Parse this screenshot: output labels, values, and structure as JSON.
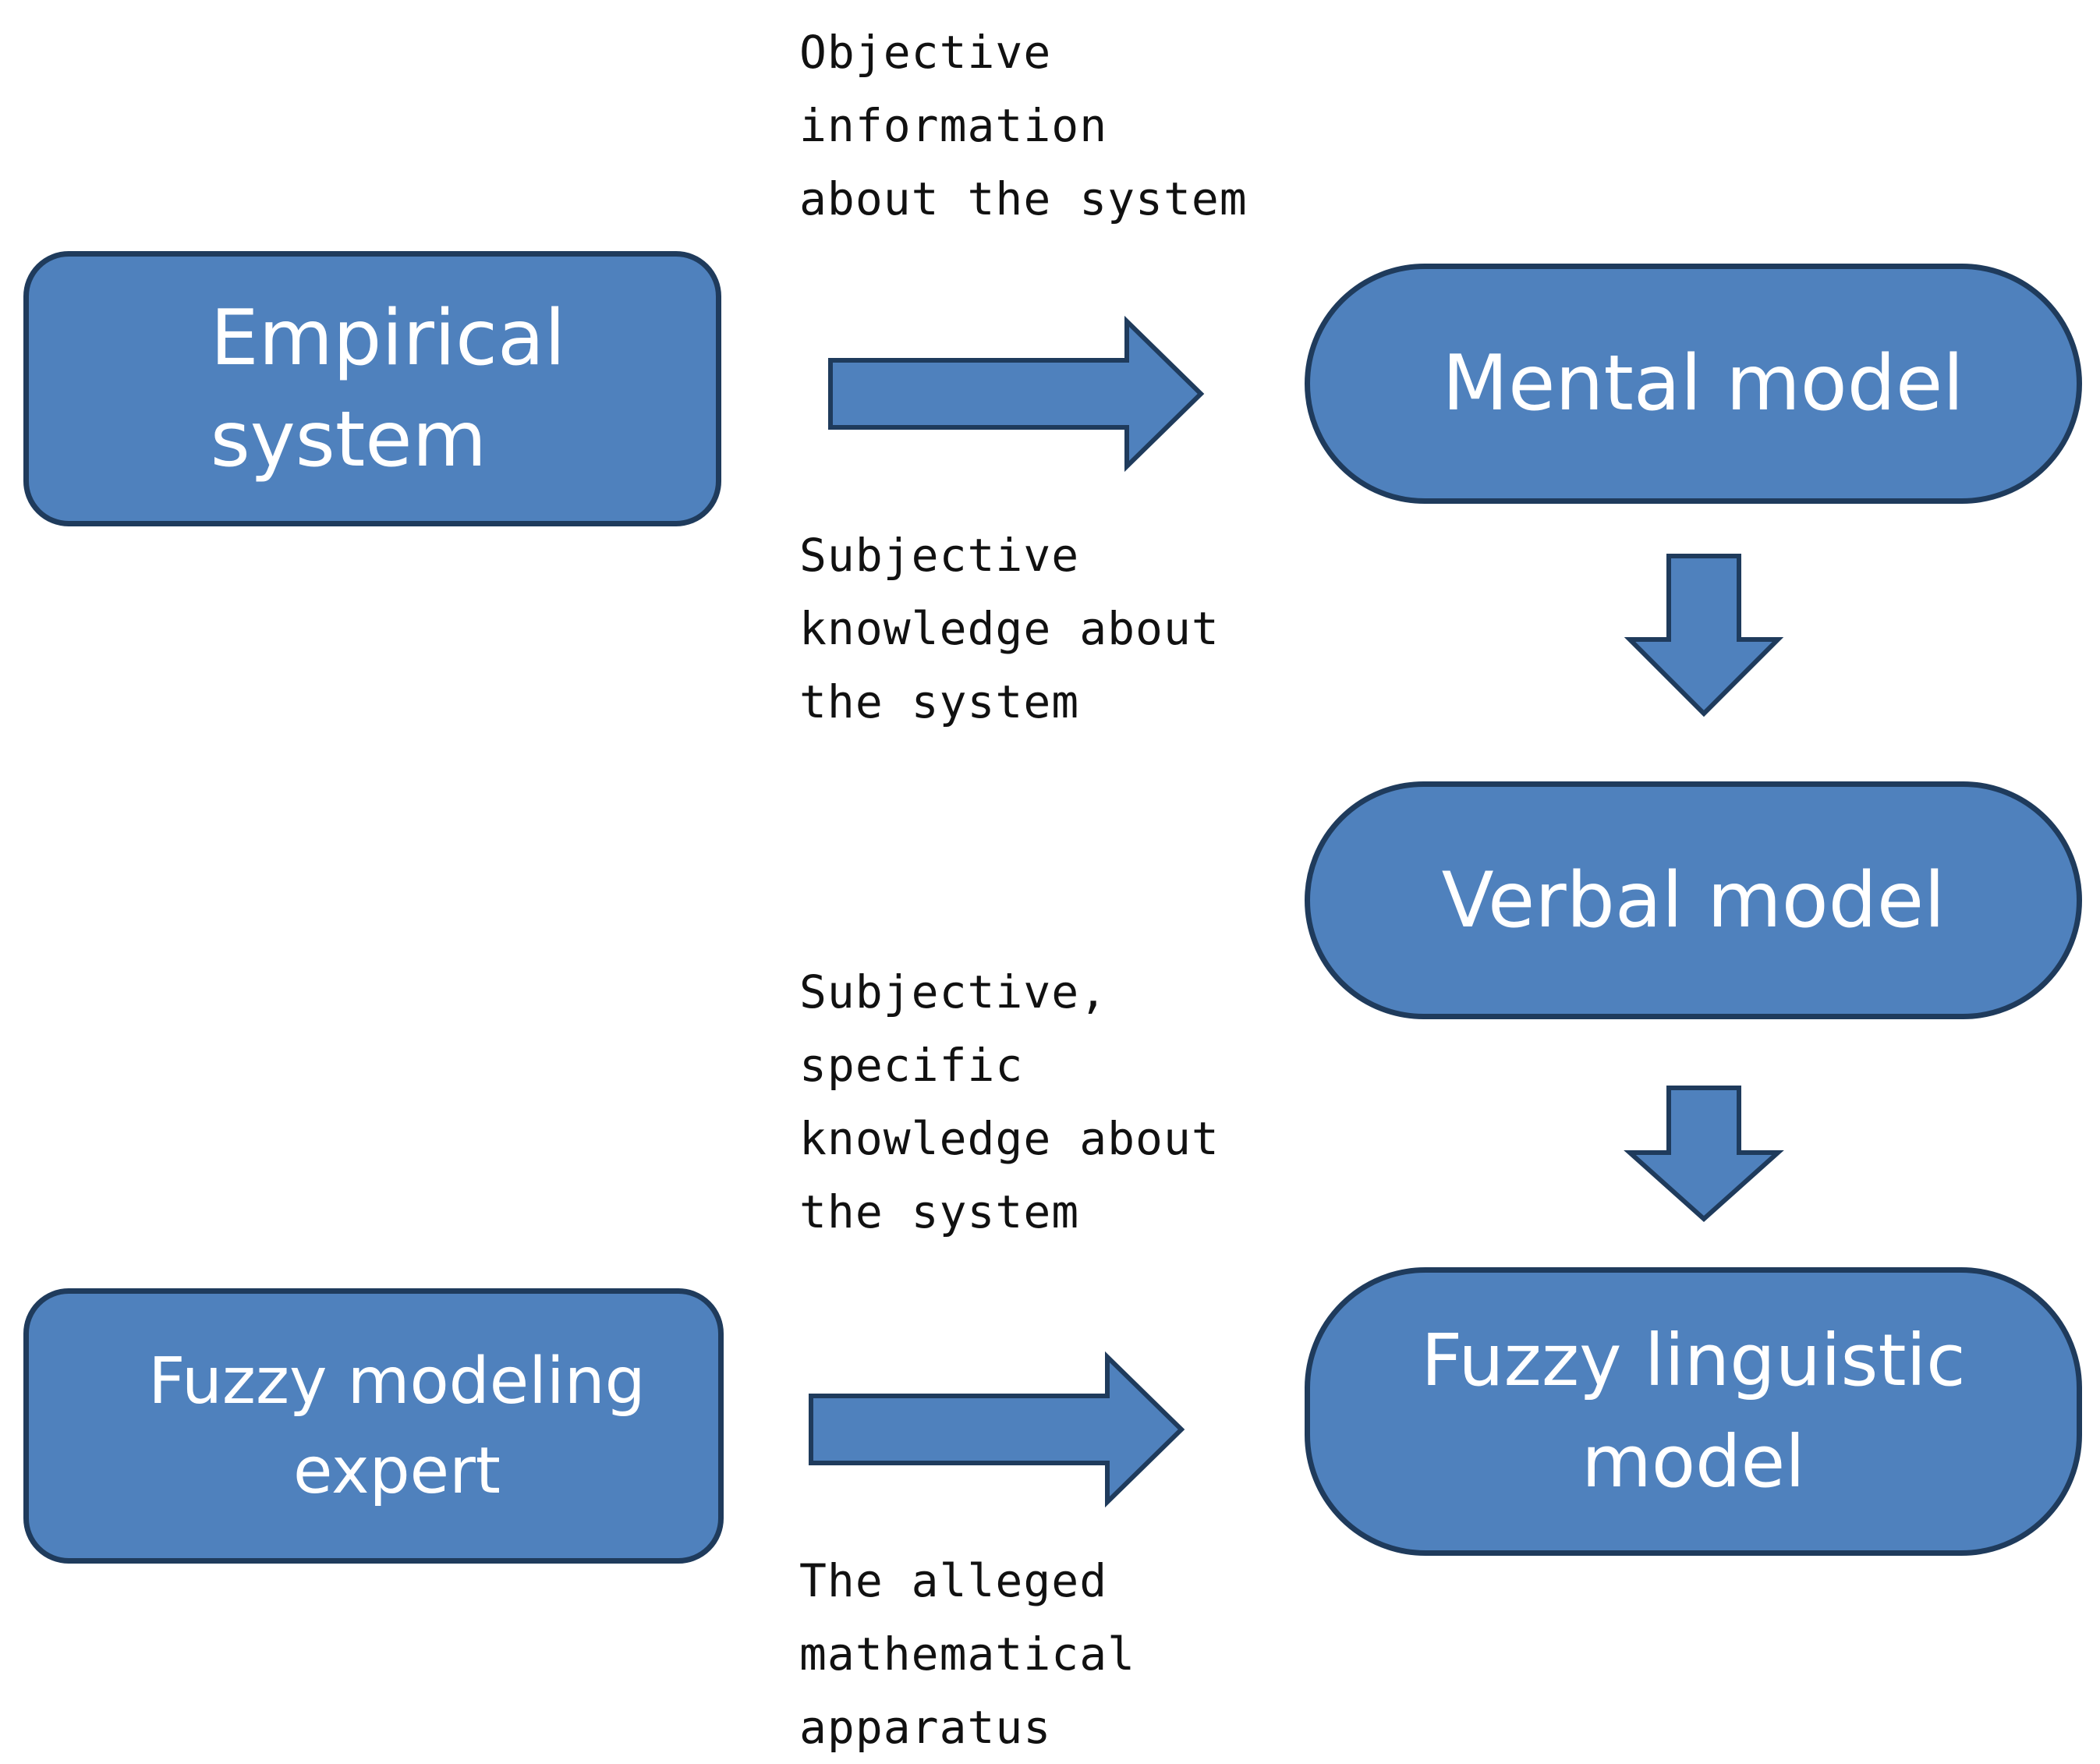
{
  "nodes": {
    "empirical_system": "Empirical\nsystem",
    "fuzzy_modeling_expert": "Fuzzy modeling\nexpert",
    "mental_model": "Mental model",
    "verbal_model": "Verbal model",
    "fuzzy_linguistic_model": "Fuzzy linguistic\nmodel"
  },
  "labels": {
    "objective_information": "Objective\ninformation\nabout the system",
    "subjective_knowledge": "Subjective\nknowledge about\nthe system",
    "subjective_specific_knowledge": "Subjective,\nspecific\nknowledge about\nthe system",
    "alleged_apparatus": "The alleged\nmathematical\napparatus"
  },
  "colors": {
    "node_fill": "#4f81bd",
    "node_border": "#1f3b5c",
    "node_text": "#ffffff",
    "label_text": "#111111"
  }
}
